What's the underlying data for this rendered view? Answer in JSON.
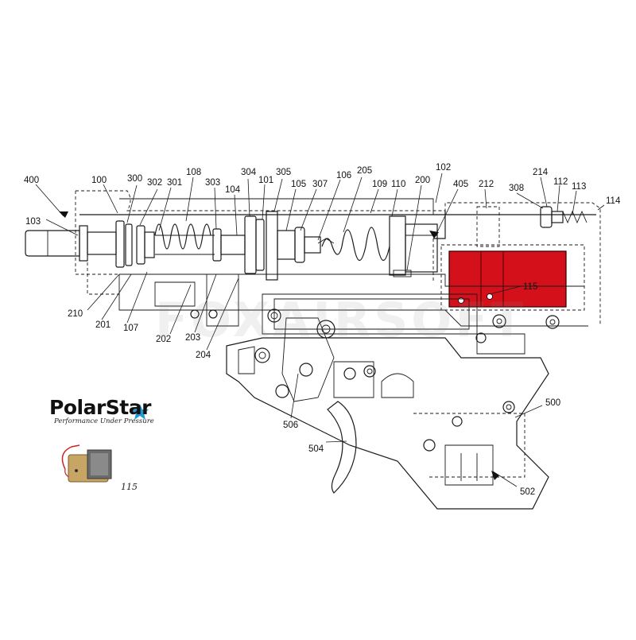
{
  "watermark_text": "FOXAIRSOFT",
  "brand": {
    "name": "PolarStar",
    "tagline": "Performance Under Pressure",
    "star_color": "#1f9ad6"
  },
  "highlight": {
    "part": "115",
    "color": "#d4111b"
  },
  "part_photo_caption": "115",
  "part_labels": [
    {
      "id": "400",
      "text": "400"
    },
    {
      "id": "103",
      "text": "103"
    },
    {
      "id": "100",
      "text": "100"
    },
    {
      "id": "300",
      "text": "300"
    },
    {
      "id": "302",
      "text": "302"
    },
    {
      "id": "301",
      "text": "301"
    },
    {
      "id": "108",
      "text": "108"
    },
    {
      "id": "303",
      "text": "303"
    },
    {
      "id": "104",
      "text": "104"
    },
    {
      "id": "304",
      "text": "304"
    },
    {
      "id": "101",
      "text": "101"
    },
    {
      "id": "305",
      "text": "305"
    },
    {
      "id": "105",
      "text": "105"
    },
    {
      "id": "307",
      "text": "307"
    },
    {
      "id": "106",
      "text": "106"
    },
    {
      "id": "205",
      "text": "205"
    },
    {
      "id": "109",
      "text": "109"
    },
    {
      "id": "110",
      "text": "110"
    },
    {
      "id": "200",
      "text": "200"
    },
    {
      "id": "102",
      "text": "102"
    },
    {
      "id": "405",
      "text": "405"
    },
    {
      "id": "212",
      "text": "212"
    },
    {
      "id": "308",
      "text": "308"
    },
    {
      "id": "214",
      "text": "214"
    },
    {
      "id": "112",
      "text": "112"
    },
    {
      "id": "113",
      "text": "113"
    },
    {
      "id": "114",
      "text": "114"
    },
    {
      "id": "115",
      "text": "115"
    },
    {
      "id": "210",
      "text": "210"
    },
    {
      "id": "201",
      "text": "201"
    },
    {
      "id": "107",
      "text": "107"
    },
    {
      "id": "202",
      "text": "202"
    },
    {
      "id": "203",
      "text": "203"
    },
    {
      "id": "204",
      "text": "204"
    },
    {
      "id": "506",
      "text": "506"
    },
    {
      "id": "504",
      "text": "504"
    },
    {
      "id": "500",
      "text": "500"
    },
    {
      "id": "502",
      "text": "502"
    }
  ]
}
